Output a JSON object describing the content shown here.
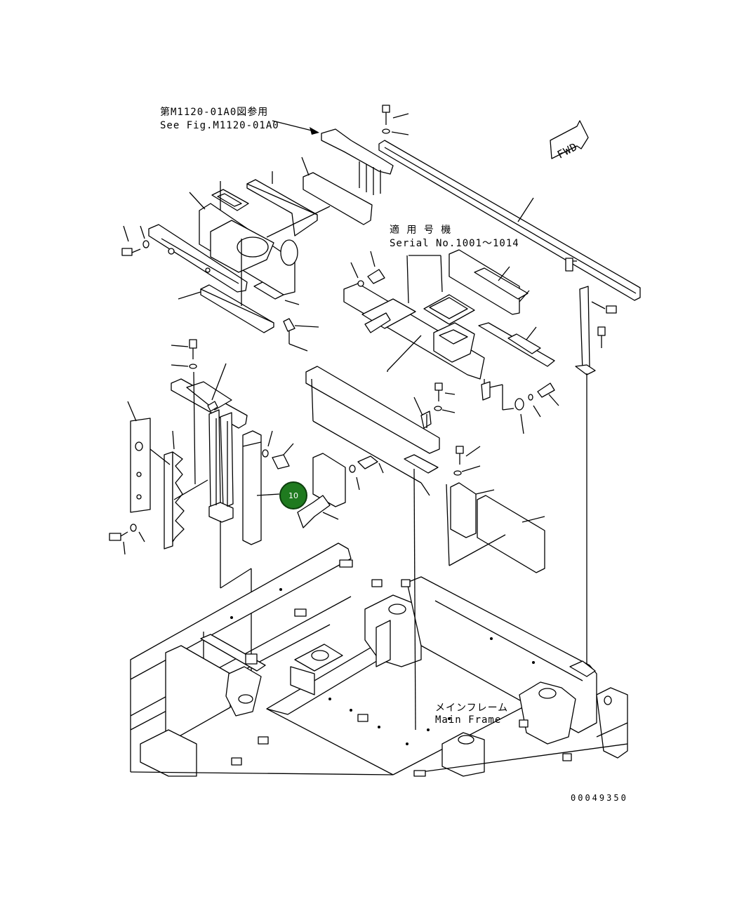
{
  "reference_note": {
    "line1": "第M1120-01A0図参用",
    "line2": "See Fig.M1120-01A0"
  },
  "serial_note": {
    "line1": "適 用 号 機",
    "line2": "Serial No.1001～1014"
  },
  "main_frame_label": {
    "line1": "メインフレーム",
    "line2": "Main Frame"
  },
  "direction_marker": "FWD",
  "callout": {
    "number": "10",
    "color": "#1f7a1f"
  },
  "drawing_number": "00049350"
}
